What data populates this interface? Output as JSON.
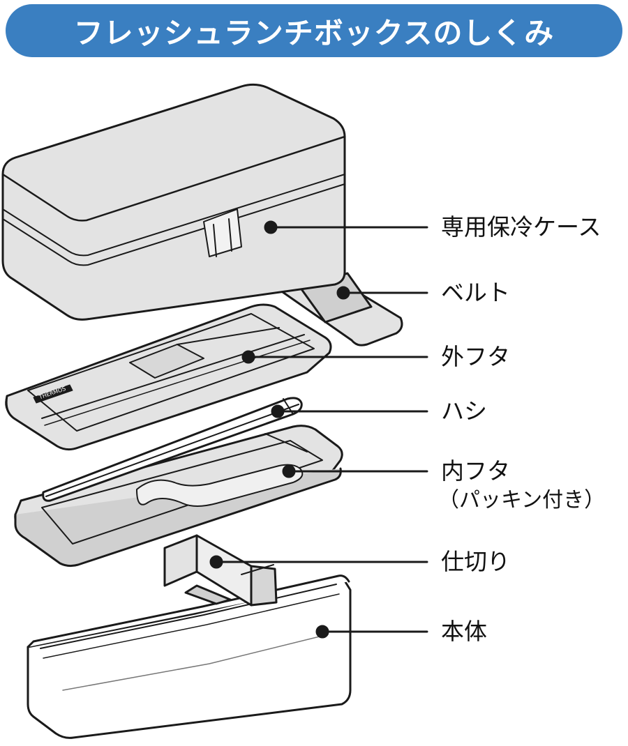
{
  "title": "フレッシュランチボックスのしくみ",
  "brand_mark": "THERMOS",
  "colors": {
    "banner": "#3a7fc1",
    "banner_text": "#ffffff",
    "part_fill": "#e3e3e3",
    "outline": "#1a1a1a"
  },
  "parts": [
    {
      "id": "case",
      "label": "専用保冷ケース"
    },
    {
      "id": "belt",
      "label": "ベルト"
    },
    {
      "id": "outer-lid",
      "label": "外フタ"
    },
    {
      "id": "chopsticks",
      "label": "ハシ"
    },
    {
      "id": "inner-lid",
      "label": "内フタ",
      "sublabel": "（パッキン付き）"
    },
    {
      "id": "divider",
      "label": "仕切り"
    },
    {
      "id": "body",
      "label": "本体"
    }
  ]
}
